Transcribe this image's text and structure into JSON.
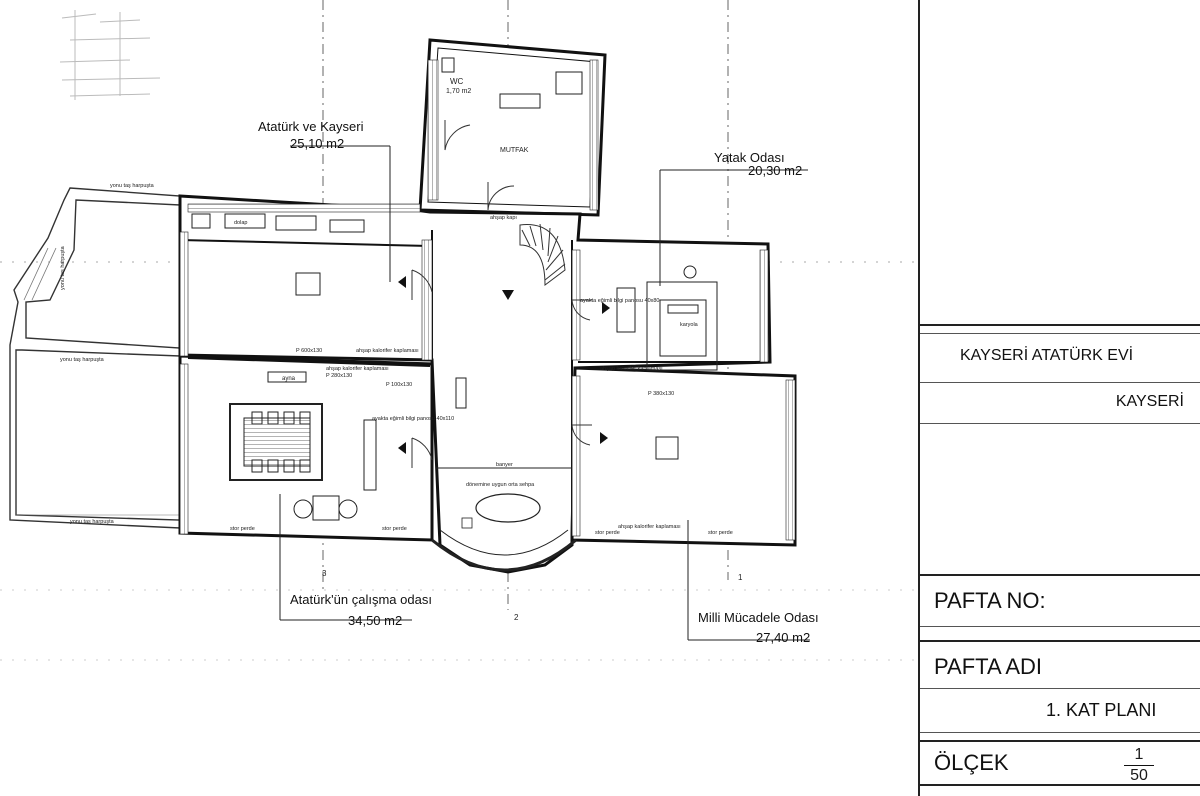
{
  "plan": {
    "rooms": [
      {
        "name": "Atatürk ve Kayseri",
        "area": "25,10 m2"
      },
      {
        "name": "Yatak Odası",
        "area": "20,30 m2"
      },
      {
        "name": "Atatürk'ün çalışma odası",
        "area": "34,50 m2"
      },
      {
        "name": "Milli Mücadele Odası",
        "area": "27,40 m2"
      }
    ],
    "small_labels": {
      "wc": "WC",
      "wc_area": "1,70 m2",
      "kitchen": "MUTFAK",
      "wood_door": "ahşap kapı",
      "terrace_1": "yonu taş harpuşta",
      "terrace_2": "yonu taş harpuşta",
      "terrace_3": "yonu taş harpuşta",
      "terrace_4": "yonu taş harpuşta",
      "cabinet": "dolap",
      "mirror": "ayna",
      "window_p1": "P 600x130",
      "window_p2": "P 280x130",
      "window_p3": "P 100x130",
      "window_p4": "P 380x130",
      "radiator_1": "ahşap kalorifer kaplaması",
      "radiator_2": "ahşap kalorifer kaplaması",
      "radiator_3": "ahşap kalorifer kaplaması",
      "radiator_4": "ahşap kalorifer kaplaması",
      "blind_1": "stor perde",
      "blind_2": "stor perde",
      "blind_3": "stor perde",
      "blind_4": "stor perde",
      "bench": "banyer",
      "center_table": "dönemine uygun orta sehpa",
      "info_panel_1": "ayakta eğimli bilgi panosu 40x80",
      "info_panel_2": "ayakta eğimli bilgi panosu 40x110",
      "bed": "karyola",
      "section_1": "1",
      "section_2": "2",
      "section_3": "3"
    }
  },
  "title_block": {
    "project_name": "KAYSERİ ATATÜRK EVİ",
    "city": "KAYSERİ",
    "sheet_no_label": "PAFTA NO:",
    "sheet_name_label": "PAFTA ADI",
    "sheet_name": "1. KAT  PLANI",
    "scale_label": "ÖLÇEK",
    "scale_num": "1",
    "scale_den": "50"
  }
}
